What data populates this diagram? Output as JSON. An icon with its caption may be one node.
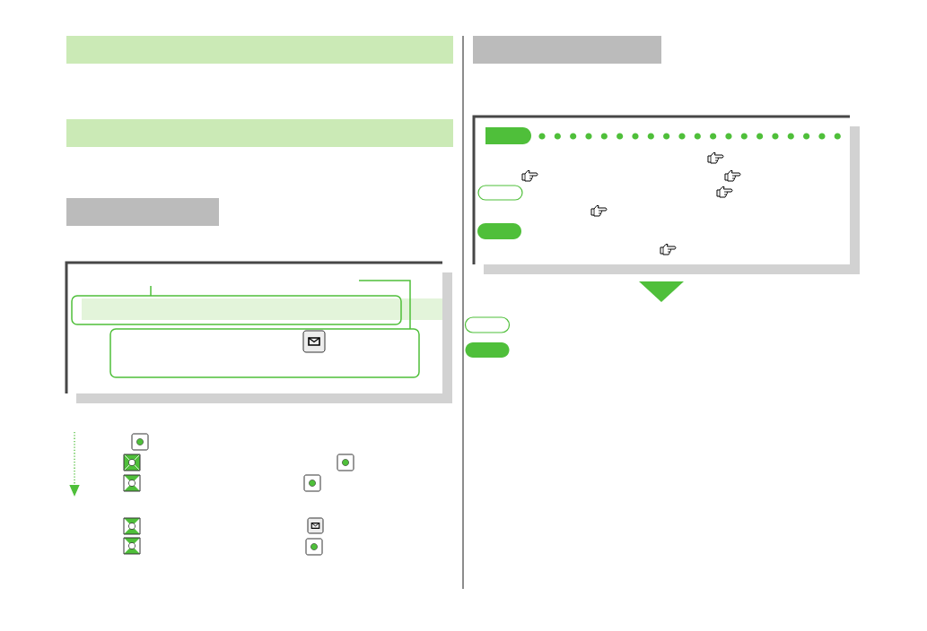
{
  "diagram": {
    "nodes": [
      {
        "text": [],
        "shape": "bar"
      },
      {
        "text": [],
        "shape": "bar"
      },
      {
        "text": [],
        "shape": "bar"
      },
      {
        "text": [],
        "shape": "box"
      },
      {
        "text": [],
        "shape": "bar",
        "in": 3
      },
      {
        "text": [],
        "shape": "box",
        "in": 3
      },
      {
        "text": [],
        "shape": "box",
        "in": 3
      },
      {
        "text": [],
        "shape": "bar"
      },
      {
        "text": [],
        "shape": "box"
      },
      {
        "text": [],
        "shape": "box",
        "in": 8
      },
      {
        "text": [],
        "shape": "box",
        "in": 8
      },
      {
        "text": [],
        "shape": "box",
        "in": 8
      },
      {
        "text": [],
        "shape": "box"
      },
      {
        "text": [],
        "shape": "box"
      }
    ],
    "edges": [
      {
        "from": null,
        "to": 5,
        "arrow": "none"
      },
      {
        "from": null,
        "to": 6,
        "arrow": "none"
      }
    ]
  }
}
